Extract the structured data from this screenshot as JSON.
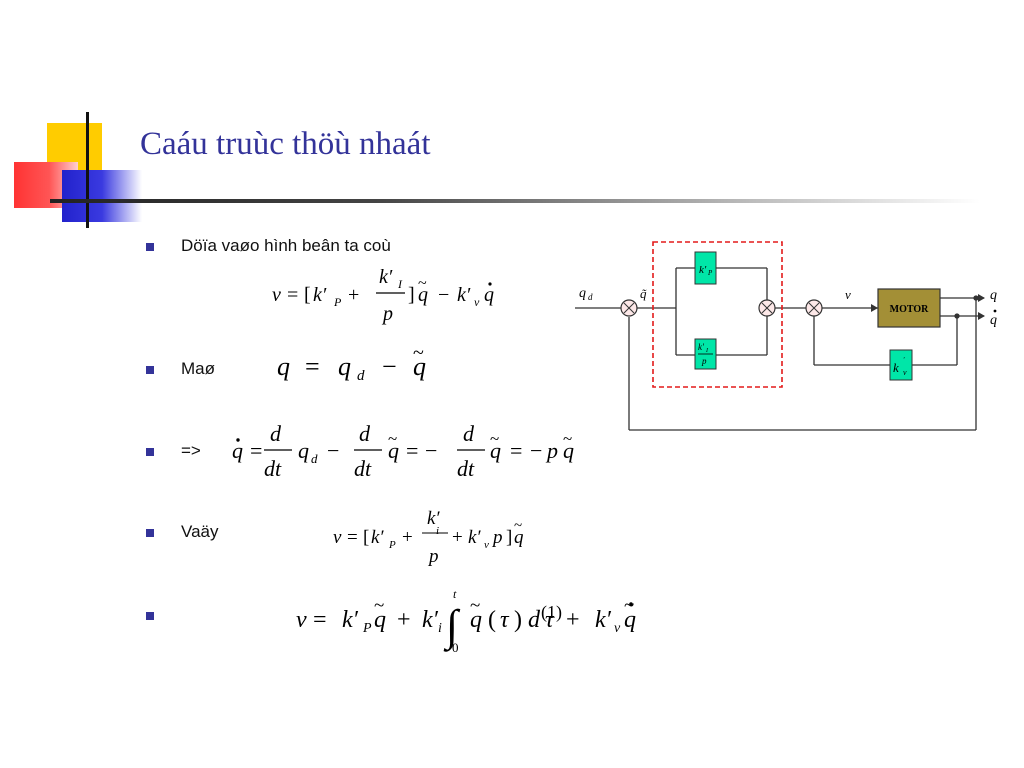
{
  "slide": {
    "title": "Caáu truùc thöù nhaát",
    "bullets": [
      {
        "text": "Döïa vaøo hình beân ta coù"
      },
      {
        "text": "Maø"
      },
      {
        "text": "=>"
      },
      {
        "text": "Vaäy"
      },
      {
        "text": ""
      }
    ],
    "equation_ref": "(1)"
  },
  "diagram": {
    "motor_label": "MOTOR",
    "signal_v": "v",
    "output_q": "q",
    "input_qd": "q",
    "input_qd_sub": "d",
    "error_label": "q̃",
    "colors": {
      "gain_block": "#00e6a8",
      "motor_block": "#a38f36",
      "dashed_box": "#e31a1a",
      "bullet": "#333399",
      "title": "#333399"
    }
  }
}
